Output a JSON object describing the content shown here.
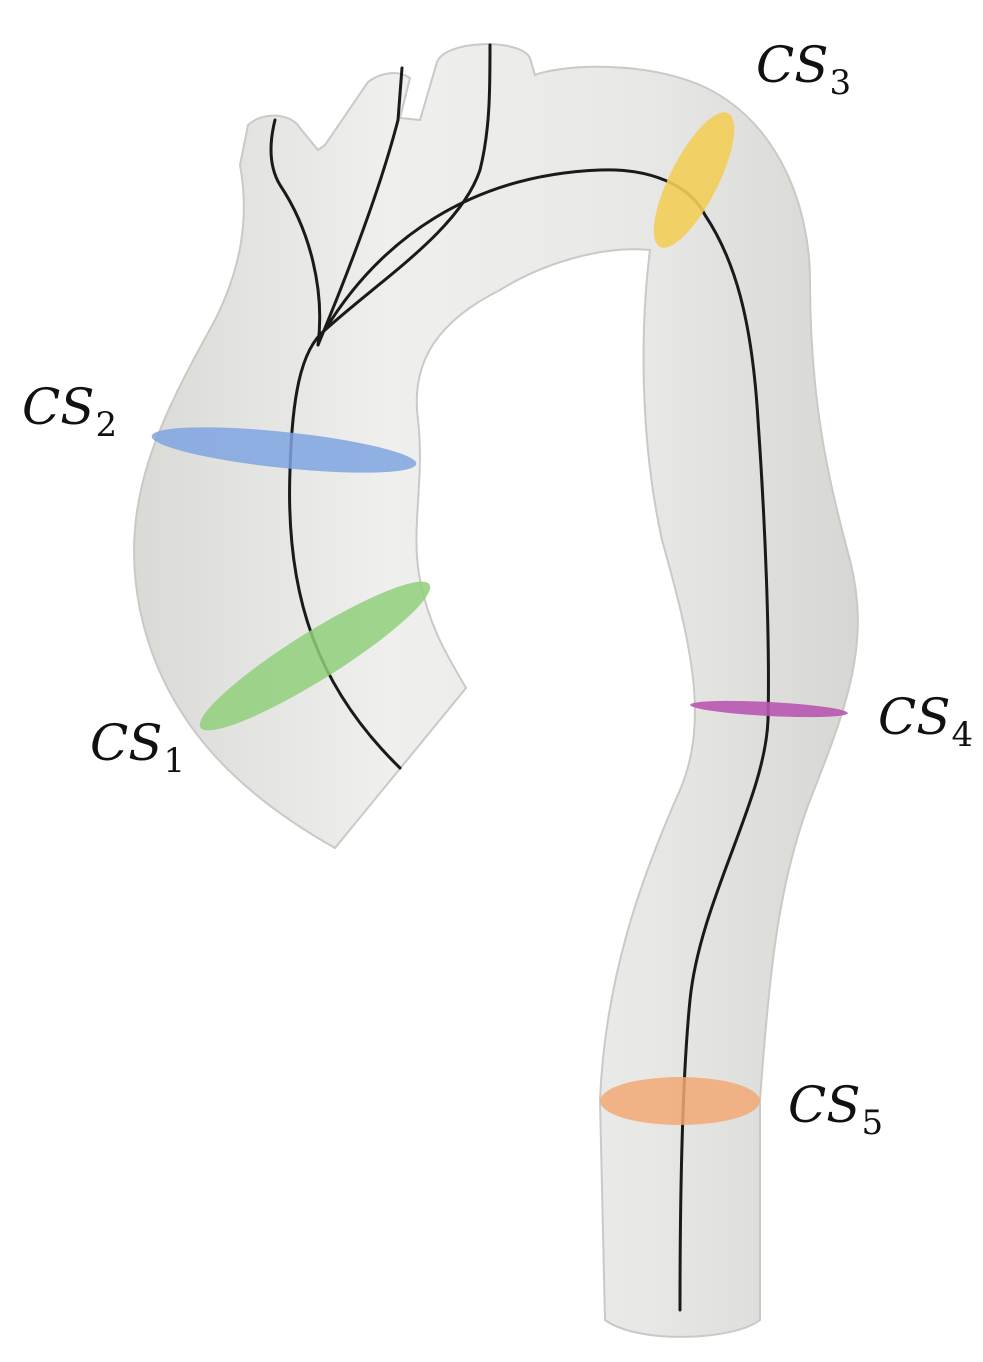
{
  "figure": {
    "description_labels": [
      {
        "id": "cs1",
        "main": "CS",
        "sub": "1",
        "color": "#8fcf7a"
      },
      {
        "id": "cs2",
        "main": "CS",
        "sub": "2",
        "color": "#7fa3e0"
      },
      {
        "id": "cs3",
        "main": "CS",
        "sub": "3",
        "color": "#f2cd58"
      },
      {
        "id": "cs4",
        "main": "CS",
        "sub": "4",
        "color": "#b857b0"
      },
      {
        "id": "cs5",
        "main": "CS",
        "sub": "5",
        "color": "#f2a874"
      }
    ],
    "vessel_color": "#e9e9e7",
    "vessel_edge_color": "#c9c9c6",
    "centerline_color": "#1a1a1a"
  }
}
